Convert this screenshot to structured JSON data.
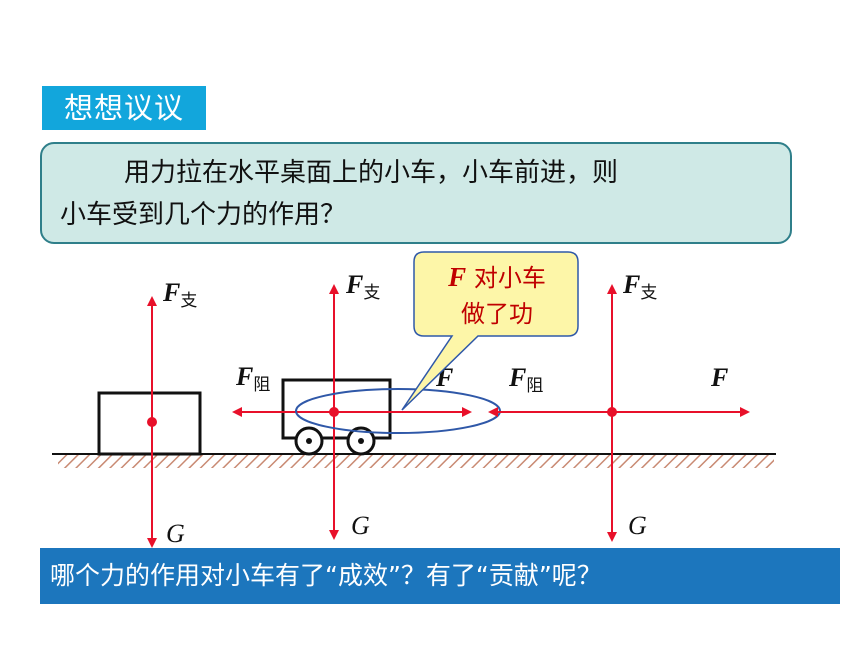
{
  "badge": {
    "title": "想想议议"
  },
  "question": {
    "line1": "用力拉在水平桌面上的小车，小车前进，则",
    "line2": "小车受到几个力的作用？"
  },
  "callout": {
    "symbol": "F",
    "line1_rest": " 对小车",
    "line2": "做了功"
  },
  "labels": {
    "f": "F",
    "support_sub": "支",
    "friction_sub": "阻",
    "g": "G"
  },
  "bottom": {
    "text": "哪个力的作用对小车有了“成效”？有了“贡献”呢？"
  },
  "colors": {
    "badge": "#12a6dc",
    "question_bg": "#cfe9e6",
    "question_border": "#2f7f8a",
    "arrow": "#e8102a",
    "ellipse": "#2f58a8",
    "callout_bg": "#fdf6a8",
    "callout_text": "#c00000",
    "bottom_bar": "#1c76bd",
    "ground_hatch": "#c98a73"
  }
}
